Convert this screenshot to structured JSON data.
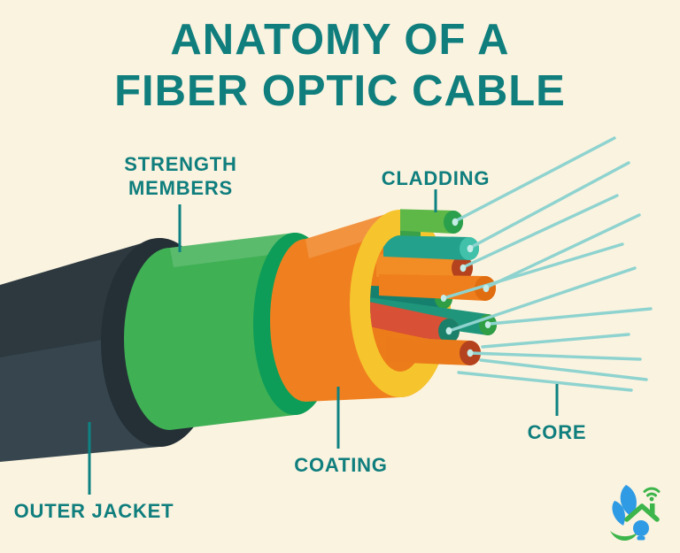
{
  "title": {
    "line1": "ANATOMY OF A",
    "line2": "FIBER OPTIC CABLE"
  },
  "labels": {
    "strength_members": {
      "line1": "STRENGTH",
      "line2": "MEMBERS"
    },
    "cladding": "CLADDING",
    "outer_jacket": "OUTER JACKET",
    "coating": "COATING",
    "core": "CORE"
  },
  "icons": {
    "logo": "eco-smart-home-logo"
  },
  "colors": {
    "bg": "#faf3e0",
    "title_teal": "#0f7e7d",
    "leader_teal": "#0e8282",
    "jacket_body": "#37464e",
    "jacket_face": "#242f36",
    "strength_green": "#3fb054",
    "strength_face": "#0d9d58",
    "coating_orange": "#f0801f",
    "buffer_yellow": "#f6c52e",
    "inner_face": "#ec7c19",
    "fiber_green_light": "#5eb848",
    "fiber_green_cap": "#2aa04c",
    "fiber_green_dark": "#3aa149",
    "fiber_teal": "#23a18d",
    "fiber_teal_cap": "#41c1aa",
    "fiber_orange": "#f28c24",
    "fiber_rust": "#b4421e",
    "fiber_orange2": "#ef7f1c",
    "fiber_orange2_cap": "#e06d10",
    "fiber_deep_teal": "#16806e",
    "fiber_teal2": "#1f967c",
    "fiber_cap_green": "#2f9e44",
    "fiber_red": "#d85036",
    "fiber_red_cap": "#1b8069",
    "fiber_orange3": "#ea7a1a",
    "core_line": "#8ed3cf",
    "core_dot": "#c6ece8",
    "logo_blue": "#2e9be4",
    "logo_green": "#3cb54a"
  }
}
